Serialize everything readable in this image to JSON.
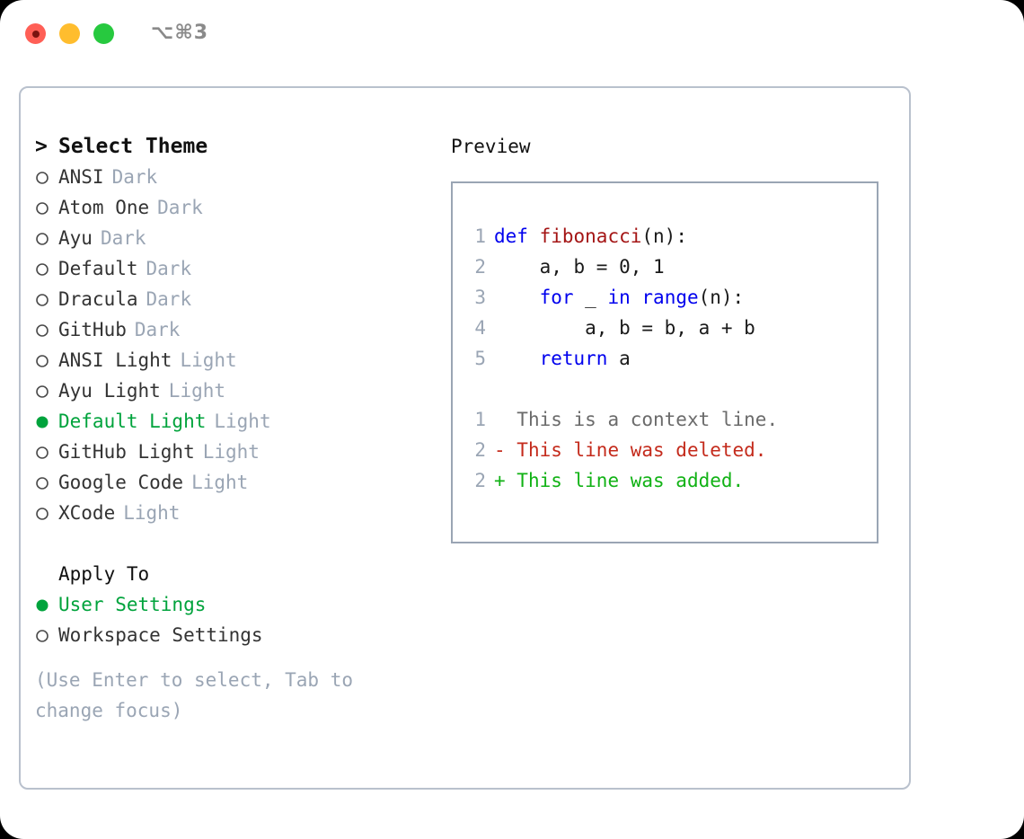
{
  "window": {
    "title": "⌥⌘3",
    "traffic_lights": [
      {
        "name": "close",
        "color": "#ff5f56"
      },
      {
        "name": "minimize",
        "color": "#ffbd2e"
      },
      {
        "name": "maximize",
        "color": "#27c93f"
      }
    ]
  },
  "colors": {
    "accent_green": "#00a33c",
    "muted": "#9aa5b4",
    "border": "#b9c1cd",
    "keyword": "#0000ee",
    "function": "#a41515",
    "diff_add": "#11b215",
    "diff_del": "#c42b1c"
  },
  "theme_picker": {
    "header_marker": ">",
    "header": "Select Theme",
    "items": [
      {
        "marker": "radio-empty",
        "label": "ANSI",
        "tag": "Dark",
        "selected": false
      },
      {
        "marker": "radio-empty",
        "label": "Atom One",
        "tag": "Dark",
        "selected": false
      },
      {
        "marker": "radio-empty",
        "label": "Ayu",
        "tag": "Dark",
        "selected": false
      },
      {
        "marker": "radio-empty",
        "label": "Default",
        "tag": "Dark",
        "selected": false
      },
      {
        "marker": "radio-empty",
        "label": "Dracula",
        "tag": "Dark",
        "selected": false
      },
      {
        "marker": "radio-empty",
        "label": "GitHub",
        "tag": "Dark",
        "selected": false
      },
      {
        "marker": "radio-empty",
        "label": "ANSI Light",
        "tag": "Light",
        "selected": false
      },
      {
        "marker": "radio-empty",
        "label": "Ayu Light",
        "tag": "Light",
        "selected": false
      },
      {
        "marker": "radio-filled",
        "label": "Default Light",
        "tag": "Light",
        "selected": true
      },
      {
        "marker": "radio-empty",
        "label": "GitHub Light",
        "tag": "Light",
        "selected": false
      },
      {
        "marker": "radio-empty",
        "label": "Google Code",
        "tag": "Light",
        "selected": false
      },
      {
        "marker": "radio-empty",
        "label": "XCode",
        "tag": "Light",
        "selected": false
      }
    ]
  },
  "apply_to": {
    "header": "Apply To",
    "options": [
      {
        "marker": "radio-filled",
        "label": "User Settings",
        "selected": true
      },
      {
        "marker": "radio-empty",
        "label": "Workspace Settings",
        "selected": false
      }
    ]
  },
  "hint": "(Use Enter to select, Tab to change focus)",
  "preview": {
    "title": "Preview",
    "code_lines": [
      {
        "no": "1",
        "tokens": [
          {
            "t": "def",
            "c": "kw"
          },
          {
            "t": " ",
            "c": "plain"
          },
          {
            "t": "fibonacci",
            "c": "fn"
          },
          {
            "t": "(n):",
            "c": "plain"
          }
        ]
      },
      {
        "no": "2",
        "tokens": [
          {
            "t": "    a, b = 0, 1",
            "c": "plain"
          }
        ]
      },
      {
        "no": "3",
        "tokens": [
          {
            "t": "    ",
            "c": "plain"
          },
          {
            "t": "for",
            "c": "kw"
          },
          {
            "t": " _ ",
            "c": "plain"
          },
          {
            "t": "in",
            "c": "kw"
          },
          {
            "t": " ",
            "c": "plain"
          },
          {
            "t": "range",
            "c": "kw"
          },
          {
            "t": "(n):",
            "c": "plain"
          }
        ]
      },
      {
        "no": "4",
        "tokens": [
          {
            "t": "        a, b = b, a + b",
            "c": "plain"
          }
        ]
      },
      {
        "no": "5",
        "tokens": [
          {
            "t": "    ",
            "c": "plain"
          },
          {
            "t": "return",
            "c": "kw"
          },
          {
            "t": " a",
            "c": "plain"
          }
        ]
      }
    ],
    "diff_lines": [
      {
        "no": "1",
        "sign": " ",
        "text": " This is a context line.",
        "kind": "ctx"
      },
      {
        "no": "2",
        "sign": "-",
        "text": " This line was deleted.",
        "kind": "del"
      },
      {
        "no": "2",
        "sign": "+",
        "text": " This line was added.",
        "kind": "add"
      }
    ]
  }
}
